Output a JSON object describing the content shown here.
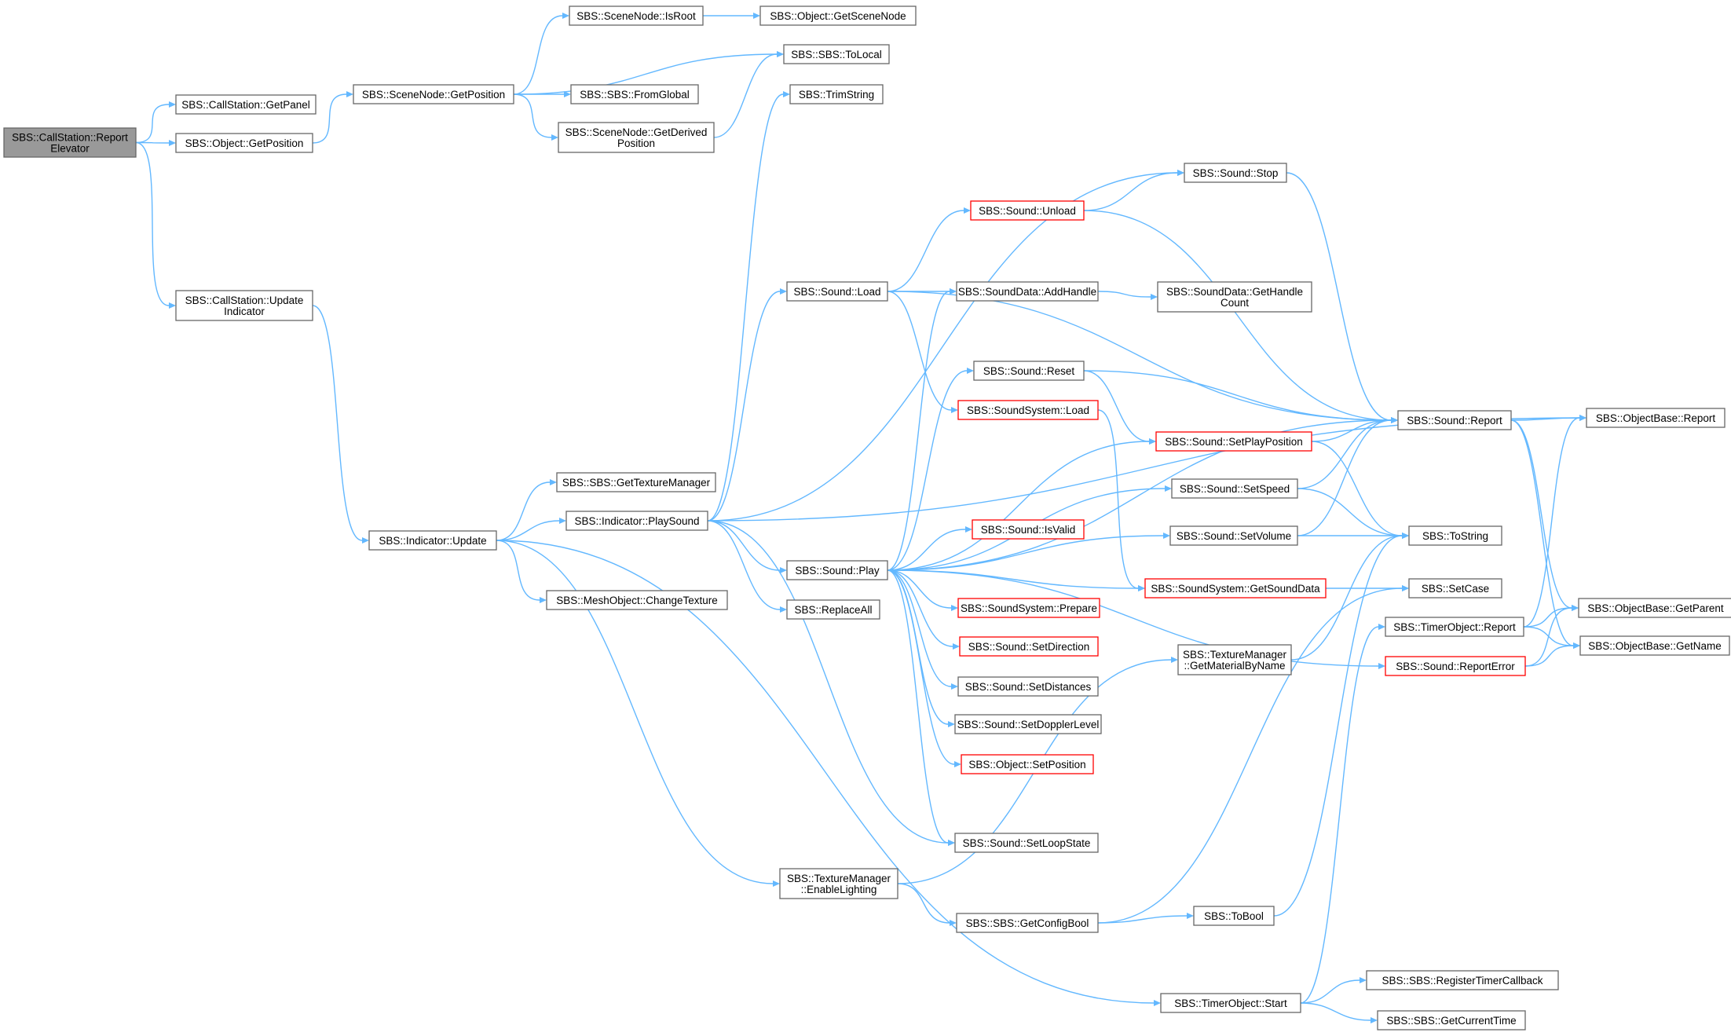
{
  "colors": {
    "edge": "#63b8ff",
    "node_border": "#666666",
    "node_red_border": "#ff0000",
    "root_fill": "#999999"
  },
  "nodes": [
    {
      "id": "root",
      "label": [
        "SBS::CallStation::Report",
        "Elevator"
      ],
      "style": "root"
    },
    {
      "id": "getpanel",
      "label": [
        "SBS::CallStation::GetPanel"
      ],
      "style": "normal"
    },
    {
      "id": "objgetpos",
      "label": [
        "SBS::Object::GetPosition"
      ],
      "style": "normal"
    },
    {
      "id": "updind",
      "label": [
        "SBS::CallStation::Update",
        "Indicator"
      ],
      "style": "normal"
    },
    {
      "id": "sngetpos",
      "label": [
        "SBS::SceneNode::GetPosition"
      ],
      "style": "normal"
    },
    {
      "id": "isroot",
      "label": [
        "SBS::SceneNode::IsRoot"
      ],
      "style": "normal"
    },
    {
      "id": "getscenenode",
      "label": [
        "SBS::Object::GetSceneNode"
      ],
      "style": "normal"
    },
    {
      "id": "tolocal",
      "label": [
        "SBS::SBS::ToLocal"
      ],
      "style": "normal"
    },
    {
      "id": "fromglobal",
      "label": [
        "SBS::SBS::FromGlobal"
      ],
      "style": "normal"
    },
    {
      "id": "getderived",
      "label": [
        "SBS::SceneNode::GetDerived",
        "Position"
      ],
      "style": "normal"
    },
    {
      "id": "trim",
      "label": [
        "SBS::TrimString"
      ],
      "style": "normal"
    },
    {
      "id": "indupdate",
      "label": [
        "SBS::Indicator::Update"
      ],
      "style": "normal"
    },
    {
      "id": "gettexmgr",
      "label": [
        "SBS::SBS::GetTextureManager"
      ],
      "style": "normal"
    },
    {
      "id": "playsound",
      "label": [
        "SBS::Indicator::PlaySound"
      ],
      "style": "normal"
    },
    {
      "id": "changetex",
      "label": [
        "SBS::MeshObject::ChangeTexture"
      ],
      "style": "normal"
    },
    {
      "id": "enablelight",
      "label": [
        "SBS::TextureManager",
        "::EnableLighting"
      ],
      "style": "normal"
    },
    {
      "id": "replaceall",
      "label": [
        "SBS::ReplaceAll"
      ],
      "style": "normal"
    },
    {
      "id": "soundload",
      "label": [
        "SBS::Sound::Load"
      ],
      "style": "normal"
    },
    {
      "id": "soundplay",
      "label": [
        "SBS::Sound::Play"
      ],
      "style": "normal"
    },
    {
      "id": "unload",
      "label": [
        "SBS::Sound::Unload"
      ],
      "style": "red"
    },
    {
      "id": "stop",
      "label": [
        "SBS::Sound::Stop"
      ],
      "style": "normal"
    },
    {
      "id": "addhandle",
      "label": [
        "SBS::SoundData::AddHandle"
      ],
      "style": "normal"
    },
    {
      "id": "gethandlecount",
      "label": [
        "SBS::SoundData::GetHandle",
        "Count"
      ],
      "style": "normal"
    },
    {
      "id": "reset",
      "label": [
        "SBS::Sound::Reset"
      ],
      "style": "normal"
    },
    {
      "id": "sysload",
      "label": [
        "SBS::SoundSystem::Load"
      ],
      "style": "red"
    },
    {
      "id": "setplaypos",
      "label": [
        "SBS::Sound::SetPlayPosition"
      ],
      "style": "red"
    },
    {
      "id": "setspeed",
      "label": [
        "SBS::Sound::SetSpeed"
      ],
      "style": "normal"
    },
    {
      "id": "isvalid",
      "label": [
        "SBS::Sound::IsValid"
      ],
      "style": "red"
    },
    {
      "id": "setvolume",
      "label": [
        "SBS::Sound::SetVolume"
      ],
      "style": "normal"
    },
    {
      "id": "getsounddata",
      "label": [
        "SBS::SoundSystem::GetSoundData"
      ],
      "style": "red"
    },
    {
      "id": "prepare",
      "label": [
        "SBS::SoundSystem::Prepare"
      ],
      "style": "red"
    },
    {
      "id": "setdirection",
      "label": [
        "SBS::Sound::SetDirection"
      ],
      "style": "red"
    },
    {
      "id": "setdistances",
      "label": [
        "SBS::Sound::SetDistances"
      ],
      "style": "normal"
    },
    {
      "id": "setdoppler",
      "label": [
        "SBS::Sound::SetDopplerLevel"
      ],
      "style": "normal"
    },
    {
      "id": "objsetpos",
      "label": [
        "SBS::Object::SetPosition"
      ],
      "style": "red"
    },
    {
      "id": "setloop",
      "label": [
        "SBS::Sound::SetLoopState"
      ],
      "style": "normal"
    },
    {
      "id": "getmatbyname",
      "label": [
        "SBS::TextureManager",
        "::GetMaterialByName"
      ],
      "style": "normal"
    },
    {
      "id": "getconfigbool",
      "label": [
        "SBS::SBS::GetConfigBool"
      ],
      "style": "normal"
    },
    {
      "id": "tobool",
      "label": [
        "SBS::ToBool"
      ],
      "style": "normal"
    },
    {
      "id": "timerstart",
      "label": [
        "SBS::TimerObject::Start"
      ],
      "style": "normal"
    },
    {
      "id": "regtimer",
      "label": [
        "SBS::SBS::RegisterTimerCallback"
      ],
      "style": "normal"
    },
    {
      "id": "getcurtime",
      "label": [
        "SBS::SBS::GetCurrentTime"
      ],
      "style": "normal"
    },
    {
      "id": "soundreport",
      "label": [
        "SBS::Sound::Report"
      ],
      "style": "normal"
    },
    {
      "id": "tostring",
      "label": [
        "SBS::ToString"
      ],
      "style": "normal"
    },
    {
      "id": "setcase",
      "label": [
        "SBS::SetCase"
      ],
      "style": "normal"
    },
    {
      "id": "timerreport",
      "label": [
        "SBS::TimerObject::Report"
      ],
      "style": "normal"
    },
    {
      "id": "reporterror",
      "label": [
        "SBS::Sound::ReportError"
      ],
      "style": "red"
    },
    {
      "id": "obreport",
      "label": [
        "SBS::ObjectBase::Report"
      ],
      "style": "normal"
    },
    {
      "id": "getparent",
      "label": [
        "SBS::ObjectBase::GetParent"
      ],
      "style": "normal"
    },
    {
      "id": "getname",
      "label": [
        "SBS::ObjectBase::GetName"
      ],
      "style": "normal"
    }
  ],
  "edges": [
    [
      "root",
      "getpanel"
    ],
    [
      "root",
      "objgetpos"
    ],
    [
      "root",
      "updind"
    ],
    [
      "objgetpos",
      "sngetpos"
    ],
    [
      "sngetpos",
      "isroot"
    ],
    [
      "sngetpos",
      "tolocal"
    ],
    [
      "sngetpos",
      "fromglobal"
    ],
    [
      "sngetpos",
      "getderived"
    ],
    [
      "isroot",
      "getscenenode"
    ],
    [
      "getderived",
      "tolocal"
    ],
    [
      "updind",
      "indupdate"
    ],
    [
      "indupdate",
      "gettexmgr"
    ],
    [
      "indupdate",
      "playsound"
    ],
    [
      "indupdate",
      "changetex"
    ],
    [
      "indupdate",
      "enablelight"
    ],
    [
      "indupdate",
      "timerstart"
    ],
    [
      "playsound",
      "trim"
    ],
    [
      "playsound",
      "stop"
    ],
    [
      "playsound",
      "obreport"
    ],
    [
      "playsound",
      "soundload"
    ],
    [
      "playsound",
      "soundplay"
    ],
    [
      "playsound",
      "replaceall"
    ],
    [
      "playsound",
      "setloop"
    ],
    [
      "soundload",
      "unload"
    ],
    [
      "soundload",
      "addhandle"
    ],
    [
      "soundload",
      "sysload"
    ],
    [
      "soundload",
      "soundreport"
    ],
    [
      "unload",
      "stop"
    ],
    [
      "unload",
      "soundreport"
    ],
    [
      "stop",
      "soundreport"
    ],
    [
      "addhandle",
      "gethandlecount"
    ],
    [
      "soundplay",
      "addhandle"
    ],
    [
      "soundplay",
      "reset"
    ],
    [
      "soundplay",
      "soundreport"
    ],
    [
      "soundplay",
      "setplaypos"
    ],
    [
      "soundplay",
      "setspeed"
    ],
    [
      "soundplay",
      "isvalid"
    ],
    [
      "soundplay",
      "setvolume"
    ],
    [
      "soundplay",
      "getsounddata"
    ],
    [
      "soundplay",
      "prepare"
    ],
    [
      "soundplay",
      "setdirection"
    ],
    [
      "soundplay",
      "setdistances"
    ],
    [
      "soundplay",
      "setdoppler"
    ],
    [
      "soundplay",
      "objsetpos"
    ],
    [
      "soundplay",
      "setloop"
    ],
    [
      "soundplay",
      "reporterror"
    ],
    [
      "reset",
      "soundreport"
    ],
    [
      "reset",
      "setplaypos"
    ],
    [
      "sysload",
      "getsounddata"
    ],
    [
      "setplaypos",
      "soundreport"
    ],
    [
      "setplaypos",
      "tostring"
    ],
    [
      "setspeed",
      "soundreport"
    ],
    [
      "setspeed",
      "tostring"
    ],
    [
      "setvolume",
      "soundreport"
    ],
    [
      "setvolume",
      "tostring"
    ],
    [
      "getsounddata",
      "setcase"
    ],
    [
      "soundreport",
      "obreport"
    ],
    [
      "soundreport",
      "getparent"
    ],
    [
      "soundreport",
      "getname"
    ],
    [
      "enablelight",
      "getmatbyname"
    ],
    [
      "enablelight",
      "getconfigbool"
    ],
    [
      "getmatbyname",
      "tostring"
    ],
    [
      "getconfigbool",
      "tobool"
    ],
    [
      "getconfigbool",
      "setcase"
    ],
    [
      "tobool",
      "tostring"
    ],
    [
      "timerstart",
      "regtimer"
    ],
    [
      "timerstart",
      "getcurtime"
    ],
    [
      "timerstart",
      "timerreport"
    ],
    [
      "timerreport",
      "obreport"
    ],
    [
      "timerreport",
      "getparent"
    ],
    [
      "timerreport",
      "getname"
    ],
    [
      "reporterror",
      "getparent"
    ],
    [
      "reporterror",
      "getname"
    ]
  ]
}
